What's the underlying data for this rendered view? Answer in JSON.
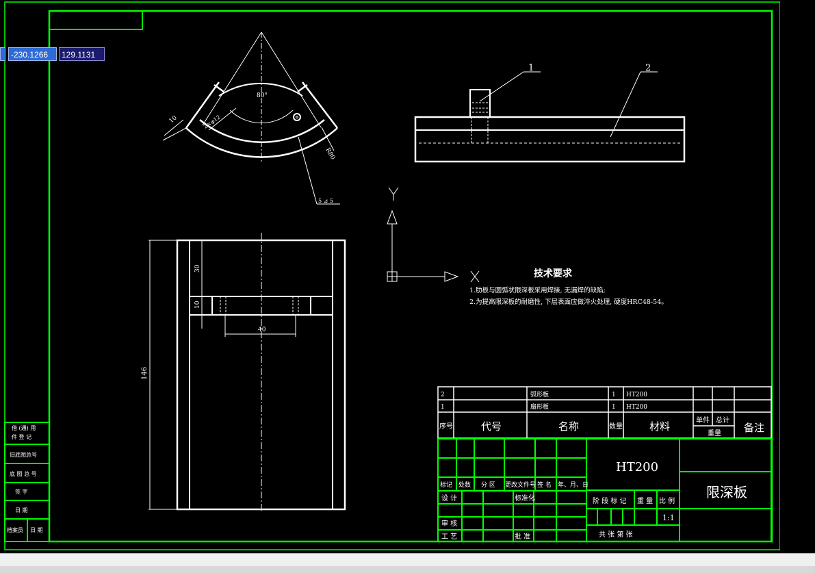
{
  "coordinates": {
    "x": "-230.1266",
    "y": "129.1131"
  },
  "dims": {
    "angle": "80°",
    "thickness": "10",
    "hole": "2×φ12",
    "outer_r": "R80",
    "weld": "5 ⊿ 5",
    "d30": "30",
    "d10": "10",
    "d40": "40",
    "d146": "146"
  },
  "balloons": {
    "b1": "1",
    "b2": "2"
  },
  "ucs": {
    "x": "X",
    "y": "Y"
  },
  "tech_req": {
    "title": "技术要求",
    "line1": "1.肋板与圆弧状限深板采用焊接, 无漏焊的缺陷;",
    "line2": "2.为提高限深板的耐磨性, 下层表面应做淬火处理, 硬度HRC48-54。"
  },
  "bom": {
    "rows": [
      {
        "no": "2",
        "name": "弧形板",
        "qty": "1",
        "material": "HT200"
      },
      {
        "no": "1",
        "name": "扇形板",
        "qty": "1",
        "material": "HT200"
      }
    ],
    "header": {
      "no": "序号",
      "code": "代号",
      "name": "名称",
      "qty": "数量",
      "material": "材料",
      "unit": "单件",
      "total": "总计",
      "weight": "重量",
      "remark": "备注"
    }
  },
  "title_block": {
    "material": "HT200",
    "part_name": "限深板",
    "scale": "1:1",
    "rev_headers": [
      "标记",
      "处数",
      "分 区",
      "更改文件号",
      "签 名",
      "年、月、日"
    ],
    "design": "设 计",
    "standard": "标准化",
    "review": "审 核",
    "process": "工 艺",
    "approve": "批 准",
    "stage_mark": "阶 段 标 记",
    "weight": "重 量",
    "scale_label": "比 例",
    "sheets": "共    张    第    张"
  },
  "side_table": {
    "r1": "借 (通) 用",
    "r1b": "件 登 记",
    "r2": "旧底图总号",
    "r3": "底 图 总 号",
    "r4": "签   字",
    "r5": "日   期",
    "r6": "档案员",
    "r6b": "日 期"
  }
}
